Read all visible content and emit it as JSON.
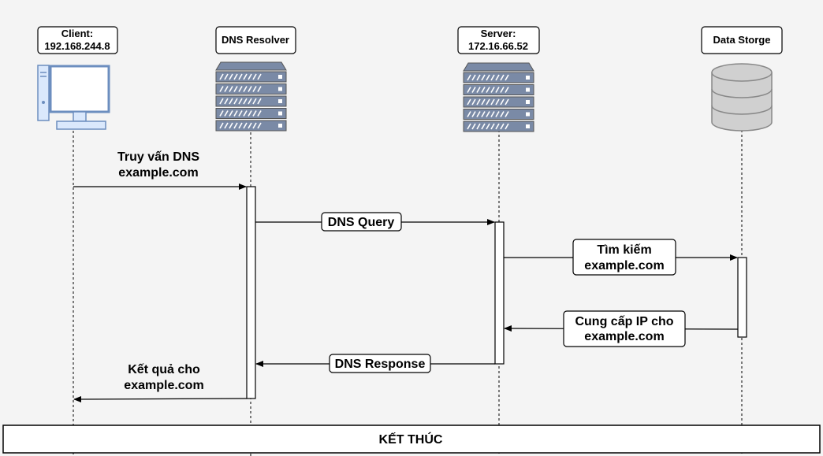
{
  "participants": {
    "client": {
      "line1": "Client:",
      "line2": "192.168.244.8",
      "icon": "desktop-computer-icon"
    },
    "resolver": {
      "line1": "DNS Resolver",
      "icon": "server-rack-icon"
    },
    "server": {
      "line1": "Server:",
      "line2": "172.16.66.52",
      "icon": "server-rack-icon"
    },
    "storage": {
      "line1": "Data Storge",
      "icon": "database-icon"
    }
  },
  "messages": {
    "query_client": {
      "line1": "Truy vấn DNS",
      "line2": "example.com"
    },
    "dns_query": {
      "line1": "DNS Query"
    },
    "lookup": {
      "line1": "Tìm kiếm",
      "line2": "example.com"
    },
    "provide_ip": {
      "line1": "Cung cấp IP cho",
      "line2": "example.com"
    },
    "dns_response": {
      "line1": "DNS Response"
    },
    "result": {
      "line1": "Kết quả cho",
      "line2": "example.com"
    }
  },
  "footer": {
    "label": "KẾT THÚC"
  },
  "colors": {
    "background": "#f4f4f4",
    "icon_fill": "#dae8fc",
    "icon_stroke": "#6c8ebf",
    "server_fill": "#7a8aa6",
    "db_fill": "#d0d0d0",
    "db_stroke": "#888888"
  }
}
